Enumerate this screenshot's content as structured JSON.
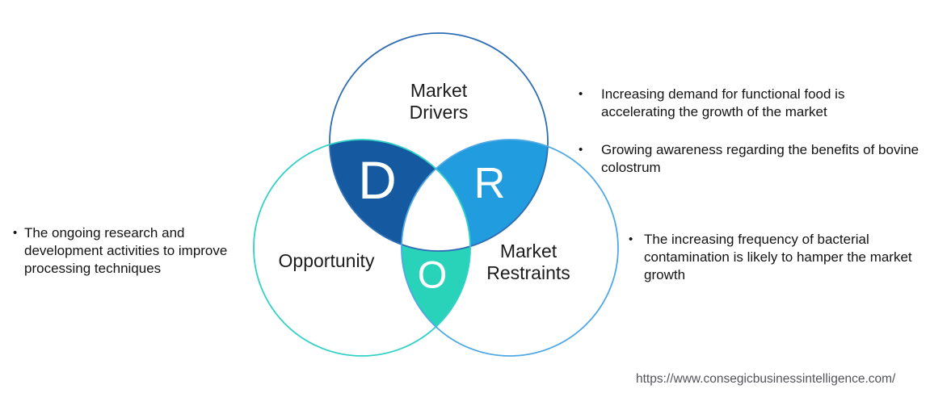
{
  "venn": {
    "drivers_label": {
      "line1": "Market",
      "line2": "Drivers"
    },
    "opportunity_label": "Opportunity",
    "restraints_label": {
      "line1": "Market",
      "line2": "Restraints"
    },
    "letter_d": "D",
    "letter_r": "R",
    "letter_o": "O",
    "colors": {
      "drivers_fill": "#155AA0",
      "restraints_fill": "#209CDF",
      "opportunity_fill": "#29D3BA",
      "center_fill": "#FFFFFF",
      "drivers_outline": "#2E6DB4",
      "opportunity_outline": "#31D1C6",
      "restraints_outline": "#4FA8E4"
    }
  },
  "bullets": {
    "marker": "•",
    "right_top": "Increasing demand for functional food is accelerating the growth of the market",
    "right_middle": "Growing awareness regarding the benefits of bovine colostrum",
    "right_bottom": "The increasing frequency of bacterial contamination is likely to hamper the market growth",
    "left": "The ongoing research and development activities to improve processing techniques"
  },
  "footer": {
    "url": "https://www.consegicbusinessintelligence.com/"
  }
}
